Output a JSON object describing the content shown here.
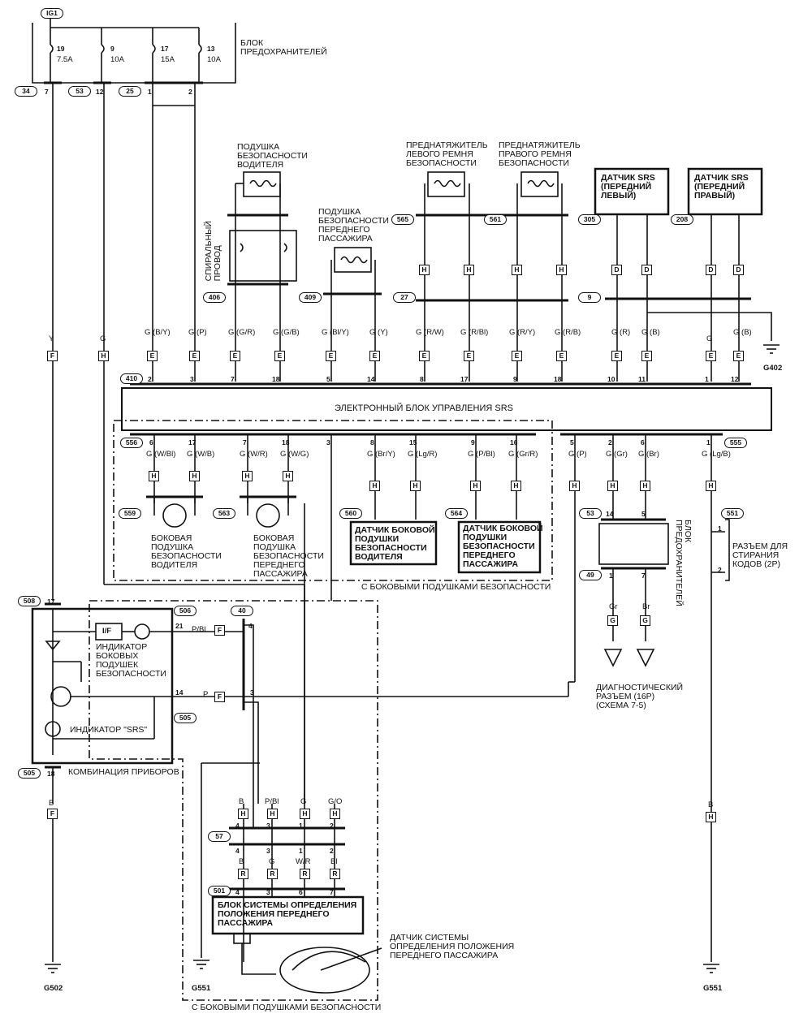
{
  "fuse_block": {
    "title": "БЛОК\nПРЕДОХРАНИТЕЛЕЙ",
    "ig": "IG1",
    "fuses": [
      {
        "num": "19",
        "rating": "7.5A"
      },
      {
        "num": "9",
        "rating": "10A"
      },
      {
        "num": "17",
        "rating": "15A"
      },
      {
        "num": "13",
        "rating": "10A"
      }
    ],
    "connectors": [
      "34",
      "53",
      "25"
    ],
    "pins": [
      "7",
      "12",
      "1",
      "2"
    ]
  },
  "top_components": {
    "driver_airbag": "ПОДУШКА\nБЕЗОПАСНОСТИ\nВОДИТЕЛЯ",
    "spiral": "СПИРАЛЬНЫЙ\nПРОВОД",
    "pass_airbag": "ПОДУШКА\nБЕЗОПАСНОСТИ\nПЕРЕДНЕГО\nПАССАЖИРА",
    "left_tensioner": "ПРЕДНАТЯЖИТЕЛЬ\nЛЕВОГО РЕМНЯ\nБЕЗОПАСНОСТИ",
    "right_tensioner": "ПРЕДНАТЯЖИТЕЛЬ\nПРАВОГО РЕМНЯ\nБЕЗОПАСНОСТИ",
    "sensor_left": "ДАТЧИК SRS\n(ПЕРЕДНИЙ\nЛЕВЫЙ)",
    "sensor_right": "ДАТЧИК SRS\n(ПЕРЕДНИЙ\nПРАВЫЙ)",
    "conn_numbers": [
      "406",
      "409",
      "27",
      "565",
      "561",
      "305",
      "208",
      "9"
    ]
  },
  "ecu": {
    "title": "ЭЛЕКТРОННЫЙ БЛОК УПРАВЛЕНИЯ SRS",
    "top_connector": "410",
    "bottom_left_connector": "556",
    "bottom_right_connector": "555",
    "top_pins": [
      "2",
      "3",
      "7",
      "18",
      "5",
      "14",
      "8",
      "17",
      "9",
      "18",
      "10",
      "11",
      "1",
      "12"
    ],
    "top_wires": [
      "Y",
      "G",
      "G\n(B/Y)",
      "G\n(P)",
      "G\n(G/R)",
      "G\n(G/B)",
      "G\n(Bl/Y)",
      "G\n(Y)",
      "G\n(R/W)",
      "G\n(R/Bl)",
      "G\n(R/Y)",
      "G\n(R/B)",
      "G\n(R)",
      "G\n(B)",
      "G",
      "G\n(B)"
    ],
    "bottom_pins": [
      "6",
      "17",
      "7",
      "18",
      "3",
      "8",
      "15",
      "9",
      "16",
      "5",
      "2",
      "6",
      "1"
    ],
    "bottom_wires": [
      "G\n(W/Bl)",
      "G\n(W/B)",
      "G\n(W/R)",
      "G\n(W/G)",
      "G\n(Br/Y)",
      "G\n(Lg/R)",
      "G\n(P/Bl)",
      "G\n(Gr/R)",
      "G\n(P)",
      "G\n(Gr)",
      "G\n(Br)",
      "G\n(Lg/B)"
    ]
  },
  "side_section": {
    "driver_side_airbag": "БОКОВАЯ\nПОДУШКА\nБЕЗОПАСНОСТИ\nВОДИТЕЛЯ",
    "pass_side_airbag": "БОКОВАЯ\nПОДУШКА\nБЕЗОПАСНОСТИ\nПЕРЕДНЕГО\nПАССАЖИРА",
    "driver_side_sensor": "ДАТЧИК БОКОВОЙ\nПОДУШКИ\nБЕЗОПАСНОСТИ\nВОДИТЕЛЯ",
    "pass_side_sensor": "ДАТЧИК БОКОВОЙ\nПОДУШКИ\nБЕЗОПАСНОСТИ\nПЕРЕДНЕГО\nПАССАЖИРА",
    "caption": "С БОКОВЫМИ ПОДУШКАМИ БЕЗОПАСНОСТИ",
    "conns": [
      "559",
      "563",
      "560",
      "564"
    ]
  },
  "fuse_box2": {
    "title": "БЛОК\nПРЕДОХРАНИТЕЛЕЙ",
    "conns": [
      "53",
      "49"
    ],
    "pins": [
      "14",
      "5",
      "1",
      "7"
    ],
    "wires": [
      "Gr",
      "Br"
    ]
  },
  "diag": {
    "title": "ДИАГНОСТИЧЕСКИЙ\nРАЗЪЕМ (16P)\n(Схема 7-5)"
  },
  "reset": {
    "conn": "551",
    "label": "РАЗЪЕМ ДЛЯ\nСТИРАНИЯ\nКОДОВ (2P)",
    "pins": [
      "1",
      "2"
    ],
    "wire": "B"
  },
  "cluster": {
    "title": "КОМБИНАЦИЯ ПРИБОРОВ",
    "ind_side": "ИНДИКАТОР\nБОКОВЫХ\nПОДУШЕК\nБЕЗОПАСНОСТИ",
    "ind_srs": "ИНДИКАТОР \"SRS\"",
    "if": "I/F",
    "conns": [
      "508",
      "506",
      "505",
      "505"
    ],
    "pins": [
      "17",
      "21",
      "14",
      "18"
    ],
    "wires": [
      "P/Bl",
      "P",
      "B"
    ]
  },
  "occupant": {
    "conns": [
      "40",
      "57",
      "501"
    ],
    "upper_wires": [
      "B",
      "P/Bl",
      "G",
      "G/O"
    ],
    "upper_pins": [
      "4",
      "3",
      "1",
      "2"
    ],
    "lower_pins": [
      "4",
      "3",
      "1",
      "2"
    ],
    "lower_wires": [
      "B",
      "G",
      "W/R",
      "Bl"
    ],
    "box_pins": [
      "4",
      "3",
      "6",
      "7"
    ],
    "box_title": "БЛОК СИСТЕМЫ ОПРЕДЕЛЕНИЯ\nПОЛОЖЕНИЯ ПЕРЕДНЕГО\nПАССАЖИРА",
    "sensor_title": "ДАТЧИК СИСТЕМЫ\nОПРЕДЕЛЕНИЯ ПОЛОЖЕНИЯ\nПЕРЕДНЕГО ПАССАЖИРА",
    "caption": "С БОКОВЫМИ ПОДУШКАМИ БЕЗОПАСНОСТИ",
    "pin_40": [
      "4",
      "3"
    ]
  },
  "grounds": [
    "G402",
    "G502",
    "G551",
    "G551"
  ],
  "codes": {
    "F": "F",
    "H": "H",
    "E": "E",
    "D": "D",
    "G": "G",
    "R": "R"
  }
}
